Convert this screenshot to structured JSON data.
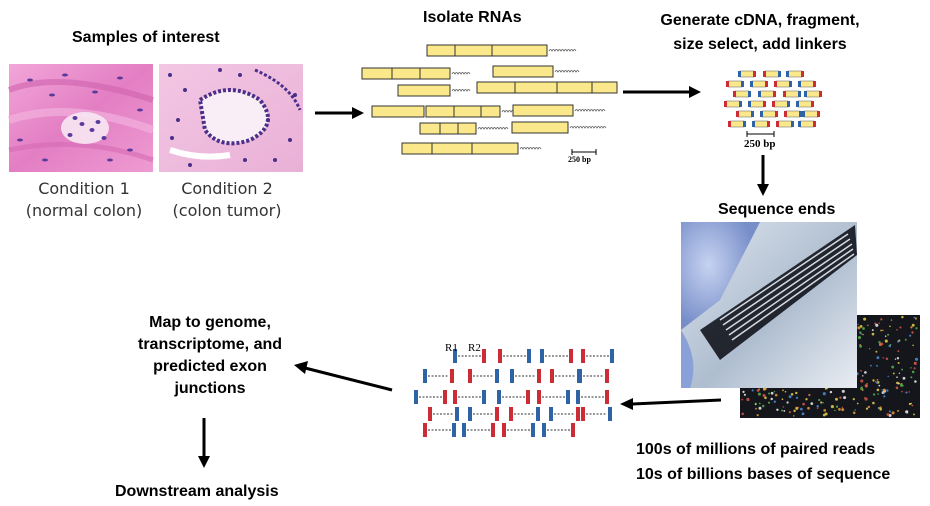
{
  "samples": {
    "title": "Samples of interest",
    "conditions": [
      {
        "name": "Condition 1",
        "desc": "(normal colon)"
      },
      {
        "name": "Condition 2",
        "desc": "(colon tumor)"
      }
    ]
  },
  "steps": {
    "isolate": "Isolate RNAs",
    "generate_line1": "Generate cDNA, fragment,",
    "generate_line2": "size select, add linkers",
    "sequence": "Sequence ends",
    "map_lines": [
      "Map to genome,",
      "transcriptome, and",
      "predicted exon",
      "junctions"
    ],
    "downstream": "Downstream analysis"
  },
  "scale_bars": {
    "rna": "250 bp",
    "fragments": "250 bp"
  },
  "read_labels": {
    "r1": "R1",
    "r2": "R2"
  },
  "stats": {
    "line1": "100s of millions of paired reads",
    "line2": "10s of billions bases of sequence"
  },
  "colors": {
    "rna_box": "#fbe88a",
    "rna_border": "#333333",
    "read_red": "#cc2c35",
    "read_blue": "#2e64a6",
    "tissue_pink": "#e58bc8",
    "nuclei": "#5a3a9a",
    "arrow": "#000000"
  }
}
